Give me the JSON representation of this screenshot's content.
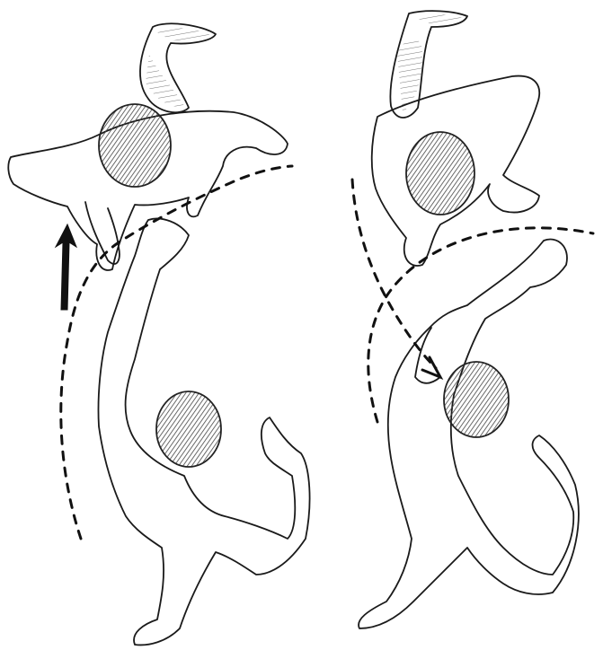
{
  "illustration": {
    "panels": [
      {
        "id": "left",
        "arrow_direction": "up",
        "path_style": "dashed-curve"
      },
      {
        "id": "right",
        "arrow_direction": "down",
        "path_style": "dashed-curve"
      }
    ],
    "colors": {
      "ink": "#1a1a1a",
      "shading": "#555555",
      "background": "#ffffff"
    }
  }
}
